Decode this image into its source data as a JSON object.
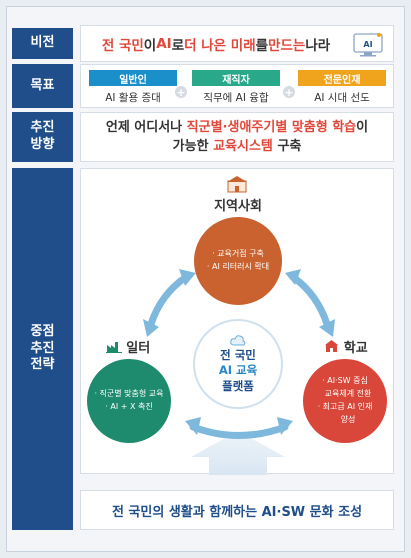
{
  "labels": {
    "vision": "비전",
    "goal": "목표",
    "direction": "추진\n방향",
    "strategy": "중점\n추진\n전략"
  },
  "vision": {
    "part1": "전 국민",
    "part2": "이 ",
    "part3": "AI",
    "part4": "로 ",
    "part5": "더 나은 미래",
    "part6": "를 ",
    "part7": "만드는",
    "part8": " 나라",
    "icon_text": "AI"
  },
  "goals": [
    {
      "head": "일반인",
      "body": "AI 활용 증대",
      "color": "#1a8fc9"
    },
    {
      "head": "재직자",
      "body": "직무에 AI 융합",
      "color": "#2aa88a"
    },
    {
      "head": "전문인재",
      "body": "AI 시대 선도",
      "color": "#f0a41e"
    }
  ],
  "direction": {
    "line1_a": "언제 어디서나 ",
    "line1_b": "직군별·생애주기별 맞춤형 학습",
    "line1_c": "이",
    "line2_a": "가능한 ",
    "line2_b": "교육시스템",
    "line2_c": " 구축"
  },
  "strategy": {
    "top": {
      "title": "지역사회",
      "items": [
        "· 교육거점 구축",
        "· AI 리터러시 확대"
      ],
      "color": "#c9622f"
    },
    "left": {
      "title": "일터",
      "items": [
        "· 직군별 맞춤형 교육",
        "· AI + X 촉진"
      ],
      "color": "#1e8b6e"
    },
    "right": {
      "title": "학교",
      "items": [
        "· AI·SW 중심",
        "교육체계 전환",
        "· 최고급 AI 인재",
        "양성"
      ],
      "color": "#d9473a"
    },
    "center": [
      "전 국민",
      "AI 교육",
      "플랫폼"
    ]
  },
  "bottom": "전 국민의 생활과 함께하는 AI·SW 문화 조성"
}
